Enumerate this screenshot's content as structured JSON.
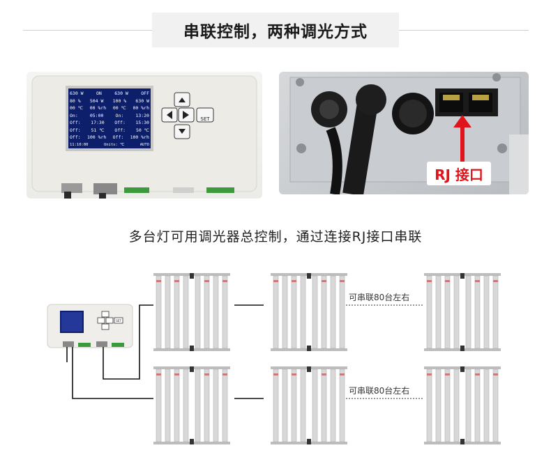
{
  "header": {
    "title": "串联控制，两种调光方式"
  },
  "controller_screen": {
    "rows": [
      [
        "630 W",
        "ON",
        "630 W",
        "OFF"
      ],
      [
        "80 %",
        "504 W",
        "100 %",
        "630 W"
      ],
      [
        "00 ℃",
        "00 %rh",
        "00 ℃",
        "00 %rh"
      ],
      [
        "On:",
        "05:00",
        "On:",
        "13:20"
      ],
      [
        "Off:",
        "17:30",
        "Off:",
        "15:30"
      ],
      [
        "Off:",
        "51 ℃",
        "Off:",
        "50 ℃"
      ],
      [
        "Off:",
        "100 %rh",
        "Off:",
        "100 %rh"
      ]
    ],
    "clock": "11:10:00",
    "unit_mode": "Units: ℃",
    "auto_label": "AUTO",
    "set_button": "SET"
  },
  "connector_photo": {
    "rj_label": "RJ 接口"
  },
  "caption": "多台灯可用调光器总控制，通过连接RJ接口串联",
  "diagram": {
    "series_note_top": "可串联80台左右",
    "series_note_bottom": "可串联80台左右",
    "mini_controller_set": "SET"
  },
  "colors": {
    "accent_red": "#e0141a",
    "screen_bg": "#0d1f6b",
    "screen_text": "#ffffff"
  }
}
